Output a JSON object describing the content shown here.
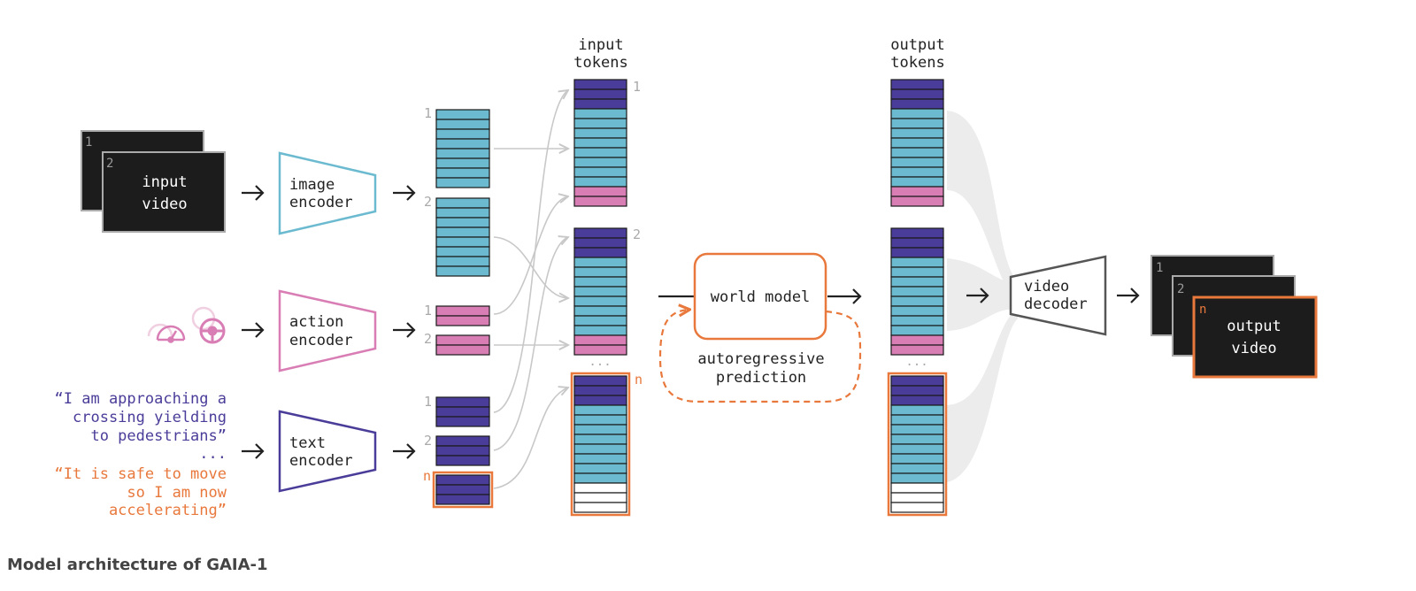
{
  "caption": "Model architecture of GAIA-1",
  "input_video": {
    "frame1_index": "1",
    "frame2_index": "2",
    "line1": "input",
    "line2": "video"
  },
  "encoders": {
    "image": {
      "line1": "image",
      "line2": "encoder"
    },
    "action": {
      "line1": "action",
      "line2": "encoder"
    },
    "text": {
      "line1": "text",
      "line2": "encoder"
    }
  },
  "text_prompt": {
    "quote1": [
      "“I am approaching a",
      "crossing yielding",
      "to pedestrians”"
    ],
    "ellipsis": "...",
    "quote2": [
      "“It is safe to move",
      "so I am now",
      "accelerating”"
    ]
  },
  "encoded_labels": {
    "image1": "1",
    "image2": "2",
    "action1": "1",
    "action2": "2",
    "text1": "1",
    "text2": "2",
    "textn": "n"
  },
  "input_tokens": {
    "line1": "input",
    "line2": "tokens",
    "label1": "1",
    "label2": "2",
    "labeln": "n",
    "dots": "..."
  },
  "output_tokens": {
    "line1": "output",
    "line2": "tokens",
    "dots": "..."
  },
  "world_model": {
    "label": "world model",
    "ar_line1": "autoregressive",
    "ar_line2": "prediction"
  },
  "video_decoder": {
    "line1": "video",
    "line2": "decoder"
  },
  "output_video": {
    "frame1_index": "1",
    "frame2_index": "2",
    "frame3_index": "n",
    "line1": "output",
    "line2": "video"
  },
  "colors": {
    "image": "#6bbad0",
    "action": "#d97db5",
    "text": "#4a3d99",
    "orange": "#e8783c",
    "dark": "#1c1c1c",
    "gray": "#c8c8c8"
  }
}
